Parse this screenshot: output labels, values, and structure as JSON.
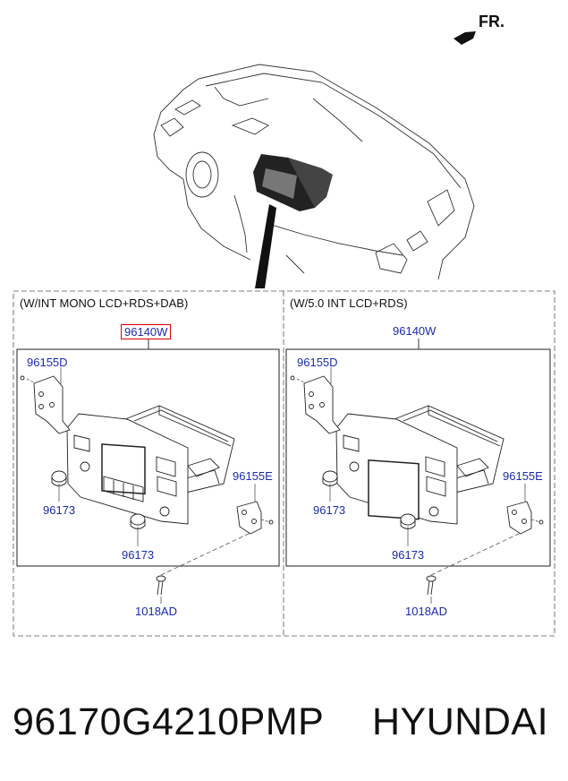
{
  "header": {
    "direction_label": "FR."
  },
  "panels": [
    {
      "title": "(W/INT MONO LCD+RDS+DAB)",
      "parts": {
        "main_unit": "96140W",
        "bracket_left": "96155D",
        "bracket_right": "96155E",
        "knob_left": "96173",
        "knob_bottom": "96173",
        "screw": "1018AD"
      }
    },
    {
      "title": "(W/5.0 INT LCD+RDS)",
      "parts": {
        "main_unit": "96140W",
        "bracket_left": "96155D",
        "bracket_right": "96155E",
        "knob_left": "96173",
        "knob_bottom": "96173",
        "screw": "1018AD"
      }
    }
  ],
  "footer": {
    "part_number": "96170G4210PMP",
    "brand": "HYUNDAI"
  },
  "colors": {
    "label_blue": "#1a2bb0",
    "highlight_red": "#dd0000"
  }
}
